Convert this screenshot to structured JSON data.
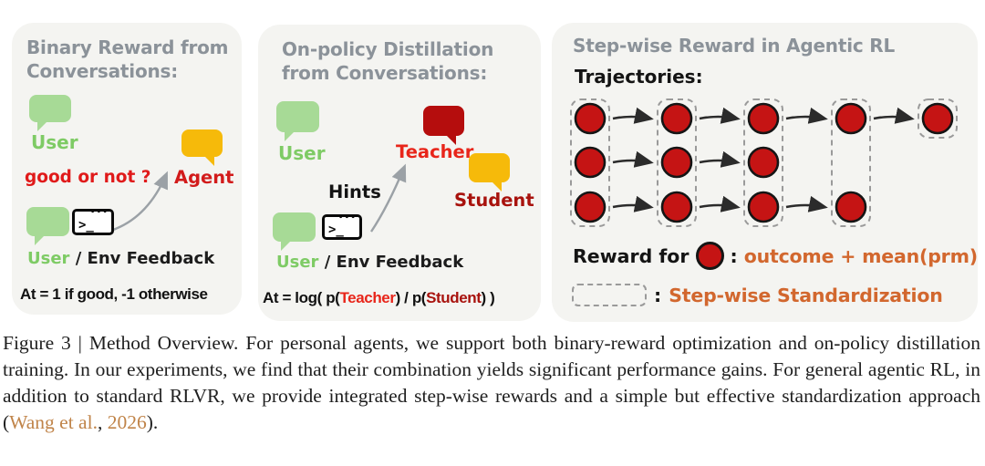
{
  "colors": {
    "panel_bg": "#f4f4f1",
    "title_gray": "#8b9299",
    "green_bubble": "#a7da96",
    "green_text": "#7ecb65",
    "bright_red_text": "#e01a1a",
    "dark_red_bubble": "#b50d0d",
    "dark_red_text": "#a8120d",
    "yellow_bubble": "#f6ba0a",
    "circle_red": "#c51414",
    "orange_text": "#d2672e",
    "citation_color": "#c08449"
  },
  "panel_binary": {
    "title": "Binary Reward from Conversations:",
    "user_label": "User",
    "question": "good or not ?",
    "agent_label": "Agent",
    "feedback_user": "User",
    "feedback_rest": " / Env Feedback",
    "formula": "At = 1 if good, -1 otherwise"
  },
  "panel_distill": {
    "title": "On-policy Distillation from Conversations:",
    "user_label": "User",
    "teacher_label": "Teacher",
    "student_label": "Student",
    "hints_label": "Hints",
    "feedback_user": "User",
    "feedback_rest": " / Env Feedback",
    "formula_prefix": "At = log( p(",
    "formula_teacher": "Teacher",
    "formula_mid": ") / p(",
    "formula_student": "Student",
    "formula_suffix": ") )"
  },
  "panel_stepwise": {
    "title": "Step-wise Reward in Agentic RL",
    "trajectories_label": "Trajectories:",
    "reward_label": "Reward for",
    "reward_colon": ":",
    "reward_value": "outcome + mean(prm)",
    "legend_colon": ":",
    "legend_value": "Step-wise Standardization"
  },
  "icons": {
    "terminal_prompt": ">_",
    "terminal_dots": "•••"
  },
  "trajectory": {
    "rows": 3,
    "cols": 5,
    "circles": [
      [
        1,
        1,
        1,
        1,
        1
      ],
      [
        1,
        1,
        1,
        0,
        0
      ],
      [
        1,
        1,
        1,
        1,
        0
      ]
    ],
    "arrows": [
      [
        1,
        1,
        1,
        1
      ],
      [
        1,
        1,
        0,
        0
      ],
      [
        1,
        1,
        1,
        0
      ]
    ],
    "boxes": [
      {
        "col": 0,
        "top_row": 0,
        "bottom_row": 2
      },
      {
        "col": 1,
        "top_row": 0,
        "bottom_row": 2
      },
      {
        "col": 2,
        "top_row": 0,
        "bottom_row": 2
      },
      {
        "col": 3,
        "top_row": 0,
        "bottom_row": 2
      },
      {
        "col": 4,
        "top_row": 0,
        "bottom_row": 0
      }
    ]
  },
  "caption": {
    "text_before": "Figure 3 | Method Overview. For personal agents, we support both binary-reward optimization and on-policy distillation training. In our experiments, we find that their combination yields significant performance gains. For general agentic RL, in addition to standard RLVR, we provide integrated step-wise rewards and a simple but effective standardization approach (",
    "citation_authors": "Wang et al.",
    "citation_sep": ", ",
    "citation_year": "2026",
    "text_after": ")."
  }
}
